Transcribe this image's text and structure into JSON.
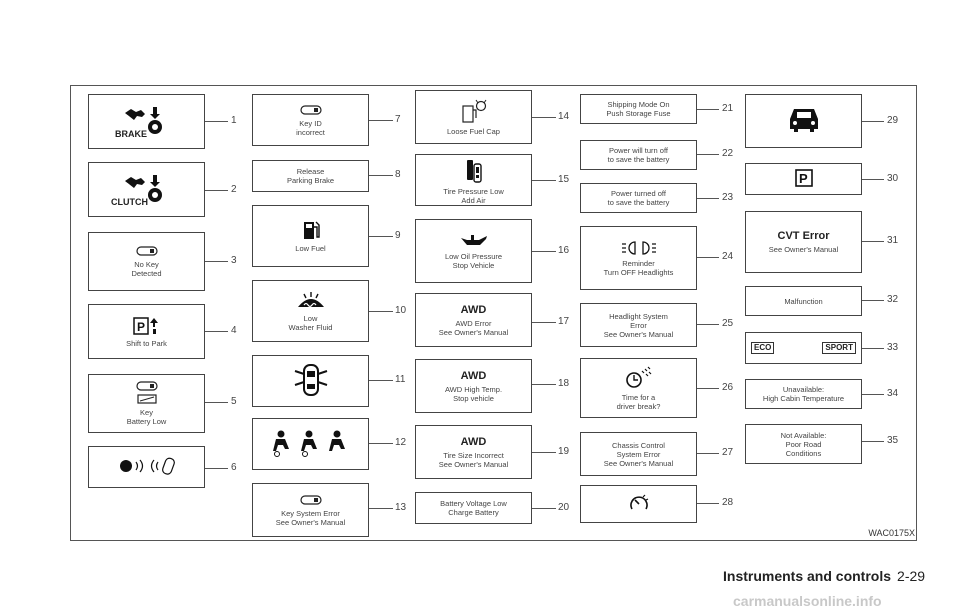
{
  "figure_code": "WAC0175X",
  "footer": {
    "section": "Instruments and controls",
    "page": "2-29"
  },
  "watermark": "carmanualsonline.info",
  "items": {
    "i1": {
      "num": "1",
      "label": "",
      "bold": "BRAKE",
      "icon": "brake-push-icon"
    },
    "i2": {
      "num": "2",
      "label": "",
      "bold": "CLUTCH",
      "icon": "clutch-push-icon"
    },
    "i3": {
      "num": "3",
      "label": "No Key\nDetected",
      "icon": "key-fob-icon"
    },
    "i4": {
      "num": "4",
      "label": "Shift to Park",
      "icon": "park-shift-icon"
    },
    "i5": {
      "num": "5",
      "label": "Key\nBattery Low",
      "icon": "key-battery-icon"
    },
    "i6": {
      "num": "6",
      "label": "",
      "icon": "key-signal-icon"
    },
    "i7": {
      "num": "7",
      "label": "Key ID\nincorrect",
      "icon": "key-fob-icon"
    },
    "i8": {
      "num": "8",
      "label": "Release\nParking Brake"
    },
    "i9": {
      "num": "9",
      "label": "Low Fuel",
      "icon": "fuel-pump-icon"
    },
    "i10": {
      "num": "10",
      "label": "Low\nWasher Fluid",
      "icon": "washer-fluid-icon"
    },
    "i11": {
      "num": "11",
      "label": "",
      "icon": "door-open-icon"
    },
    "i12": {
      "num": "12",
      "label": "",
      "icon": "seatbelt-icon"
    },
    "i13": {
      "num": "13",
      "label": "Key System Error\nSee Owner's Manual",
      "icon": "key-fob-icon"
    },
    "i14": {
      "num": "14",
      "label": "Loose Fuel Cap",
      "icon": "fuel-cap-icon"
    },
    "i15": {
      "num": "15",
      "label": "Tire Pressure Low\nAdd Air",
      "icon": "tire-pressure-icon"
    },
    "i16": {
      "num": "16",
      "label": "Low Oil Pressure\nStop Vehicle",
      "icon": "oil-can-icon"
    },
    "i17": {
      "num": "17",
      "bold": "AWD",
      "label": "AWD Error\nSee Owner's Manual"
    },
    "i18": {
      "num": "18",
      "bold": "AWD",
      "label": "AWD High Temp.\nStop vehicle"
    },
    "i19": {
      "num": "19",
      "bold": "AWD",
      "label": "Tire Size Incorrect\nSee Owner's Manual"
    },
    "i20": {
      "num": "20",
      "label": "Battery Voltage Low\nCharge Battery"
    },
    "i21": {
      "num": "21",
      "label": "Shipping Mode On\nPush Storage Fuse"
    },
    "i22": {
      "num": "22",
      "label": "Power will turn off\nto save the battery"
    },
    "i23": {
      "num": "23",
      "label": "Power turned off\nto save the battery"
    },
    "i24": {
      "num": "24",
      "label": "Reminder\nTurn OFF Headlights",
      "icon": "headlights-icon"
    },
    "i25": {
      "num": "25",
      "label": "Headlight System\nError\nSee Owner's Manual"
    },
    "i26": {
      "num": "26",
      "label": "Time for a\ndriver break?",
      "icon": "driver-break-icon"
    },
    "i27": {
      "num": "27",
      "label": "Chassis Control\nSystem Error\nSee Owner's Manual"
    },
    "i28": {
      "num": "28",
      "label": "",
      "icon": "gauge-icon"
    },
    "i29": {
      "num": "29",
      "label": "",
      "icon": "car-front-icon"
    },
    "i30": {
      "num": "30",
      "label": "",
      "icon": "park-icon"
    },
    "i31": {
      "num": "31",
      "bold": "CVT Error",
      "label": "See Owner's Manual"
    },
    "i32": {
      "num": "32",
      "label": "Malfunction"
    },
    "i33": {
      "num": "33",
      "label": "",
      "tags": [
        "ECO",
        "SPORT"
      ]
    },
    "i34": {
      "num": "34",
      "label": "Unavailable:\nHigh Cabin Temperature"
    },
    "i35": {
      "num": "35",
      "label": "Not Available:\nPoor Road\nConditions"
    }
  }
}
